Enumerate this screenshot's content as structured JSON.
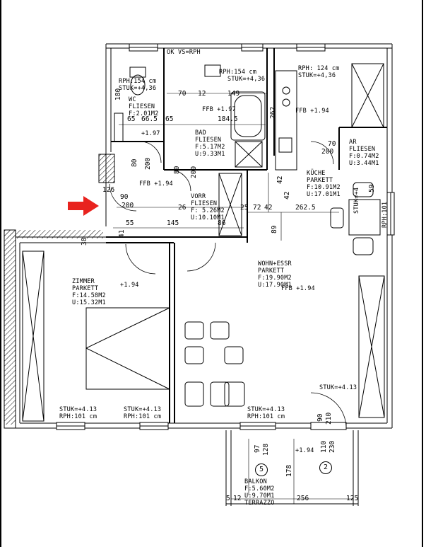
{
  "marker": {
    "arrow_color": "#e8231e"
  },
  "rooms": {
    "wc": {
      "name": "WC",
      "floor": "FLIESEN",
      "area": "F:2.01M2",
      "ffb": "+1.97"
    },
    "bad": {
      "name": "BAD",
      "floor": "FLIESEN",
      "area": "F:5.17M2",
      "volume": "U:9.33M1",
      "ffb": "FFB +1.97"
    },
    "vorr": {
      "name": "VORR",
      "floor": "FLIESEN",
      "area": "F: 5.26M2",
      "volume": "U:10.10M1",
      "ffb": "FFB +1.94"
    },
    "kueche": {
      "name": "KÜCHE",
      "floor": "PARKETT",
      "area": "F:10.91M2",
      "volume": "U:17.01M1",
      "ffb": "FFB +1.94"
    },
    "ar": {
      "name": "AR",
      "floor": "FLIESEN",
      "area": "F:0.74M2",
      "volume": "U:3.44M1"
    },
    "zimmer": {
      "name": "ZIMMER",
      "floor": "PARKETT",
      "area": "F:14.58M2",
      "volume": "U:15.32M1",
      "ffb": "+1.94"
    },
    "wohn": {
      "name": "WOHN+ESSR",
      "floor": "PARKETT",
      "area": "F:19.90M2",
      "volume": "U:17.90M1",
      "ffb": "FFB +1.94"
    },
    "balkon": {
      "name": "BALKON",
      "area": "F:5.60M2",
      "volume": "U:9.70M1",
      "floor": "TERRAZZO",
      "ffb": "+1.94"
    }
  },
  "window_notes": {
    "top_center": "OK VS=RPH",
    "bath_window": "RPH:154 cm",
    "bath_stuk": "STUK=+4,36",
    "wc_window": "RPH:154 cm",
    "wc_stuk": "STUK=+4,36",
    "kitchen_window": "RPH: 124 cm",
    "kitchen_stuk": "STUK=+4,36",
    "kitchen_side": "STUK=+4",
    "kitchen_side_rph": "RPH:101",
    "zimmer_1_stuk": "STUK=+4.13",
    "zimmer_1_rph": "RPH:101 cm",
    "zimmer_2_stuk": "STUK=+4.13",
    "zimmer_2_rph": "RPH:101 cm",
    "wohn_stuk": "STUK=+4.13",
    "wohn_rph": "RPH:101 cm",
    "door_stuk": "STUK=+4.13"
  },
  "dimensions": {
    "d70a": "70",
    "d12": "12",
    "d149": "149",
    "d180": "180",
    "d65": "65",
    "d665": "66.5",
    "d65b": "65",
    "d1845": "184.5",
    "d262": "262",
    "d80a": "80",
    "d200a": "200",
    "d80b": "80",
    "d200b": "200",
    "d70b": "70",
    "d200c": "200",
    "d42a": "42",
    "d42b": "42",
    "d126": "126",
    "d90a": "90",
    "d200d": "200",
    "d26": "26",
    "d25": "25",
    "d72": "72",
    "d42c": "42",
    "d2625": "262.5",
    "d89": "89",
    "d55": "55",
    "d145": "145",
    "d86": "86",
    "d41": "41",
    "d38": "38",
    "d90b": "90",
    "d210a": "210",
    "d97": "97",
    "d128": "128",
    "d110": "110",
    "d230": "230",
    "d178": "178",
    "d59": "59",
    "d5": "5",
    "d12b": "12",
    "d256": "256",
    "d125": "125"
  },
  "markers": {
    "section_5": "5",
    "section_2": "2"
  }
}
